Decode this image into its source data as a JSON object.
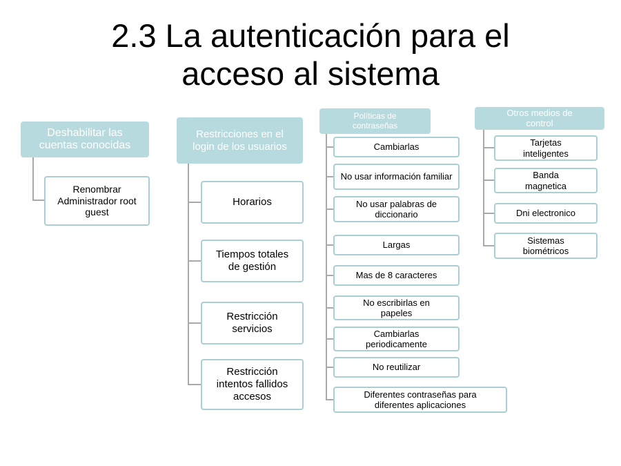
{
  "title": "2.3 La autenticación para el acceso al sistema",
  "colors": {
    "background": "#ffffff",
    "title_text": "#000000",
    "accent_fill": "#b7dade",
    "node_border": "#a9ced3",
    "connector": "#a7a9ab",
    "header_text": "#ffffff",
    "body_text": "#000000"
  },
  "columns": [
    {
      "header": "Deshabilitar las cuentas conocidas",
      "items": [
        "Renombrar Administrador root guest"
      ]
    },
    {
      "header": "Restricciones en el login de los usuarios",
      "items": [
        "Horarios",
        "Tiempos totales de gestión",
        "Restricción servicios",
        "Restricción intentos fallidos accesos"
      ]
    },
    {
      "header": "Políticas de contraseñas",
      "items": [
        "Cambiarlas",
        "No usar información familiar",
        "No usar palabras de diccionario",
        "Largas",
        "Mas de 8 caracteres",
        "No escribirlas en papeles",
        "Cambiarlas periodicamente",
        "No reutilizar",
        "Diferentes contraseñas para diferentes aplicaciones"
      ]
    },
    {
      "header": "Otros medios de control",
      "items": [
        "Tarjetas inteligentes",
        "Banda magnetica",
        "Dni electronico",
        "Sistemas biométricos"
      ]
    }
  ]
}
